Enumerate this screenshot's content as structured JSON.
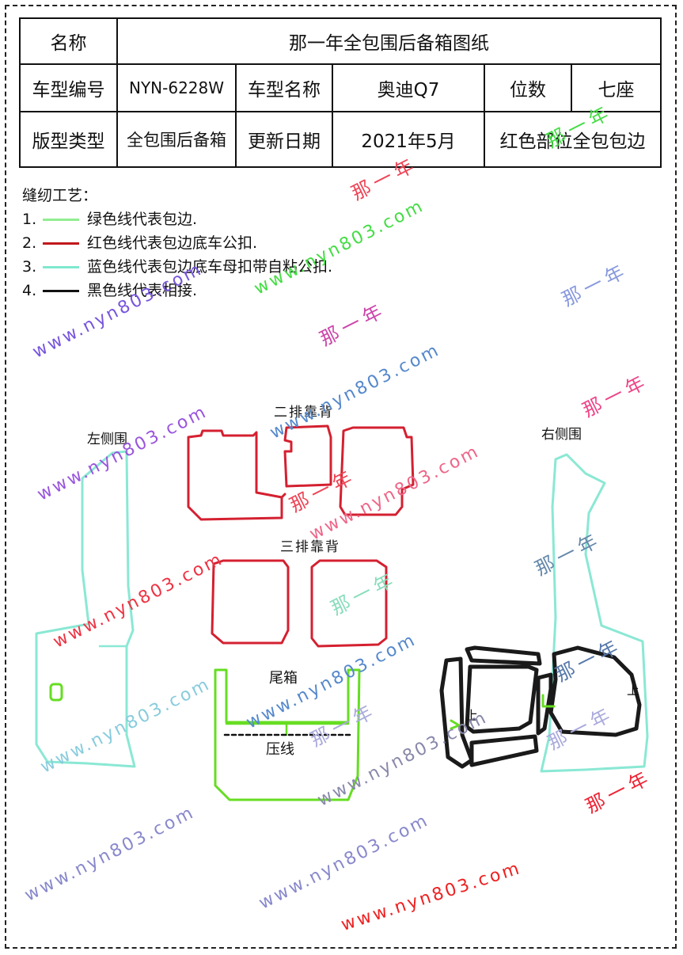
{
  "table": {
    "name_label": "名称",
    "name_value": "那一年全包围后备箱图纸",
    "model_no_label": "车型编号",
    "model_no_value": "NYN-6228W",
    "model_name_label": "车型名称",
    "model_name_value": "奥迪Q7",
    "seats_label": "位数",
    "seats_value": "七座",
    "pattern_label": "版型类型",
    "pattern_value": "全包围后备箱",
    "update_label": "更新日期",
    "update_value": "2021年5月",
    "red_part_note": "红色部位全包包边"
  },
  "legend": {
    "title": "缝纫工艺：",
    "items": [
      {
        "num": "1.",
        "color": "#90ee90",
        "text": "绿色线代表包边."
      },
      {
        "num": "2.",
        "color": "#c0181c",
        "text": "红色线代表包边底车公扣."
      },
      {
        "num": "3.",
        "color": "#7fe8d0",
        "text": "蓝色线代表包边底车母扣带自粘公扣."
      },
      {
        "num": "4.",
        "color": "#111111",
        "text": "黑色线代表相接."
      }
    ]
  },
  "labels": {
    "second_row": "二排靠背",
    "third_row": "三排靠背",
    "left_side": "左侧围",
    "right_side": "右侧围",
    "trunk": "尾箱",
    "press_line": "压线",
    "up_1": "上",
    "up_2": "上"
  },
  "watermarks": {
    "url": "www.nyn803.com",
    "brand": "那一年"
  },
  "colors": {
    "green": "#66dd22",
    "red": "#d42030",
    "cyan": "#8ae8d4",
    "black": "#1a1a1a"
  }
}
